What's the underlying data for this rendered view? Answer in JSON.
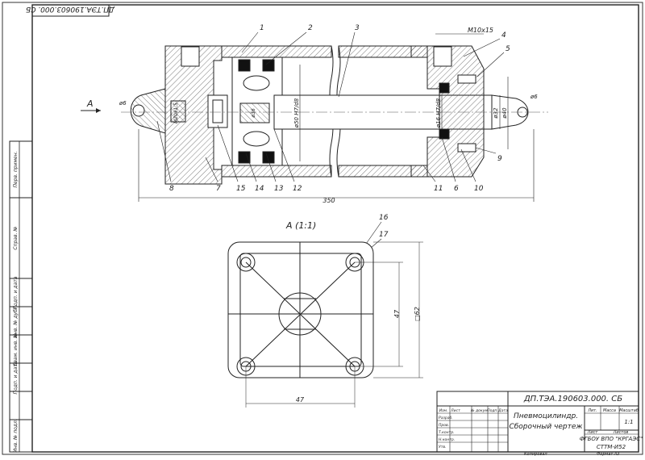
{
  "stamp_top": "ДП.ТЭА.190603.000. СБ",
  "view_label_arrow": "А",
  "section_title": "А (1:1)",
  "dims": {
    "thread": "М10х15",
    "overall_length": "350",
    "bore": "ø50 Н7/d8",
    "rod": "ø32",
    "rod_fit": "ø16 Н7/d8",
    "ø40": "ø40",
    "ø6_right": "ø6",
    "ø6_left": "ø6",
    "ø36": "ø36",
    "m20": "М20х1,5",
    "flange_h": "47",
    "flange_sq": "□62",
    "flange_w": "47"
  },
  "callouts": [
    "1",
    "2",
    "3",
    "4",
    "5",
    "6",
    "7",
    "8",
    "9",
    "10",
    "11",
    "12",
    "13",
    "14",
    "15",
    "16",
    "17"
  ],
  "left_strip": [
    "Перв. примен.",
    "Справ. №",
    "Подп. и дата",
    "Инв. № дубл.",
    "Взам. инв. №",
    "Подп. и дата",
    "Инв. № подл."
  ],
  "title_block": {
    "doc_number": "ДП.ТЭА.190603.000. СБ",
    "name_line1": "Пневмоцилиндр.",
    "name_line2": "Сборочный чертеж",
    "col_lit": "Лит.",
    "col_mass": "Масса",
    "col_scale": "Масштаб",
    "scale_value": "1:1",
    "sheet": "Лист",
    "sheets": "Листов",
    "org_line1": "ФГБОУ ВПО \"КРГАЭС\"",
    "org_line2": "СТТМ-И52",
    "roles": [
      "Изм.",
      "Лист",
      "№ докум.",
      "Подп.",
      "Дата",
      "Разраб.",
      "Пров.",
      "Т.контр.",
      "Н.контр.",
      "Утв."
    ],
    "bottom_left": "Копировал",
    "bottom_right": "Формат А3"
  }
}
